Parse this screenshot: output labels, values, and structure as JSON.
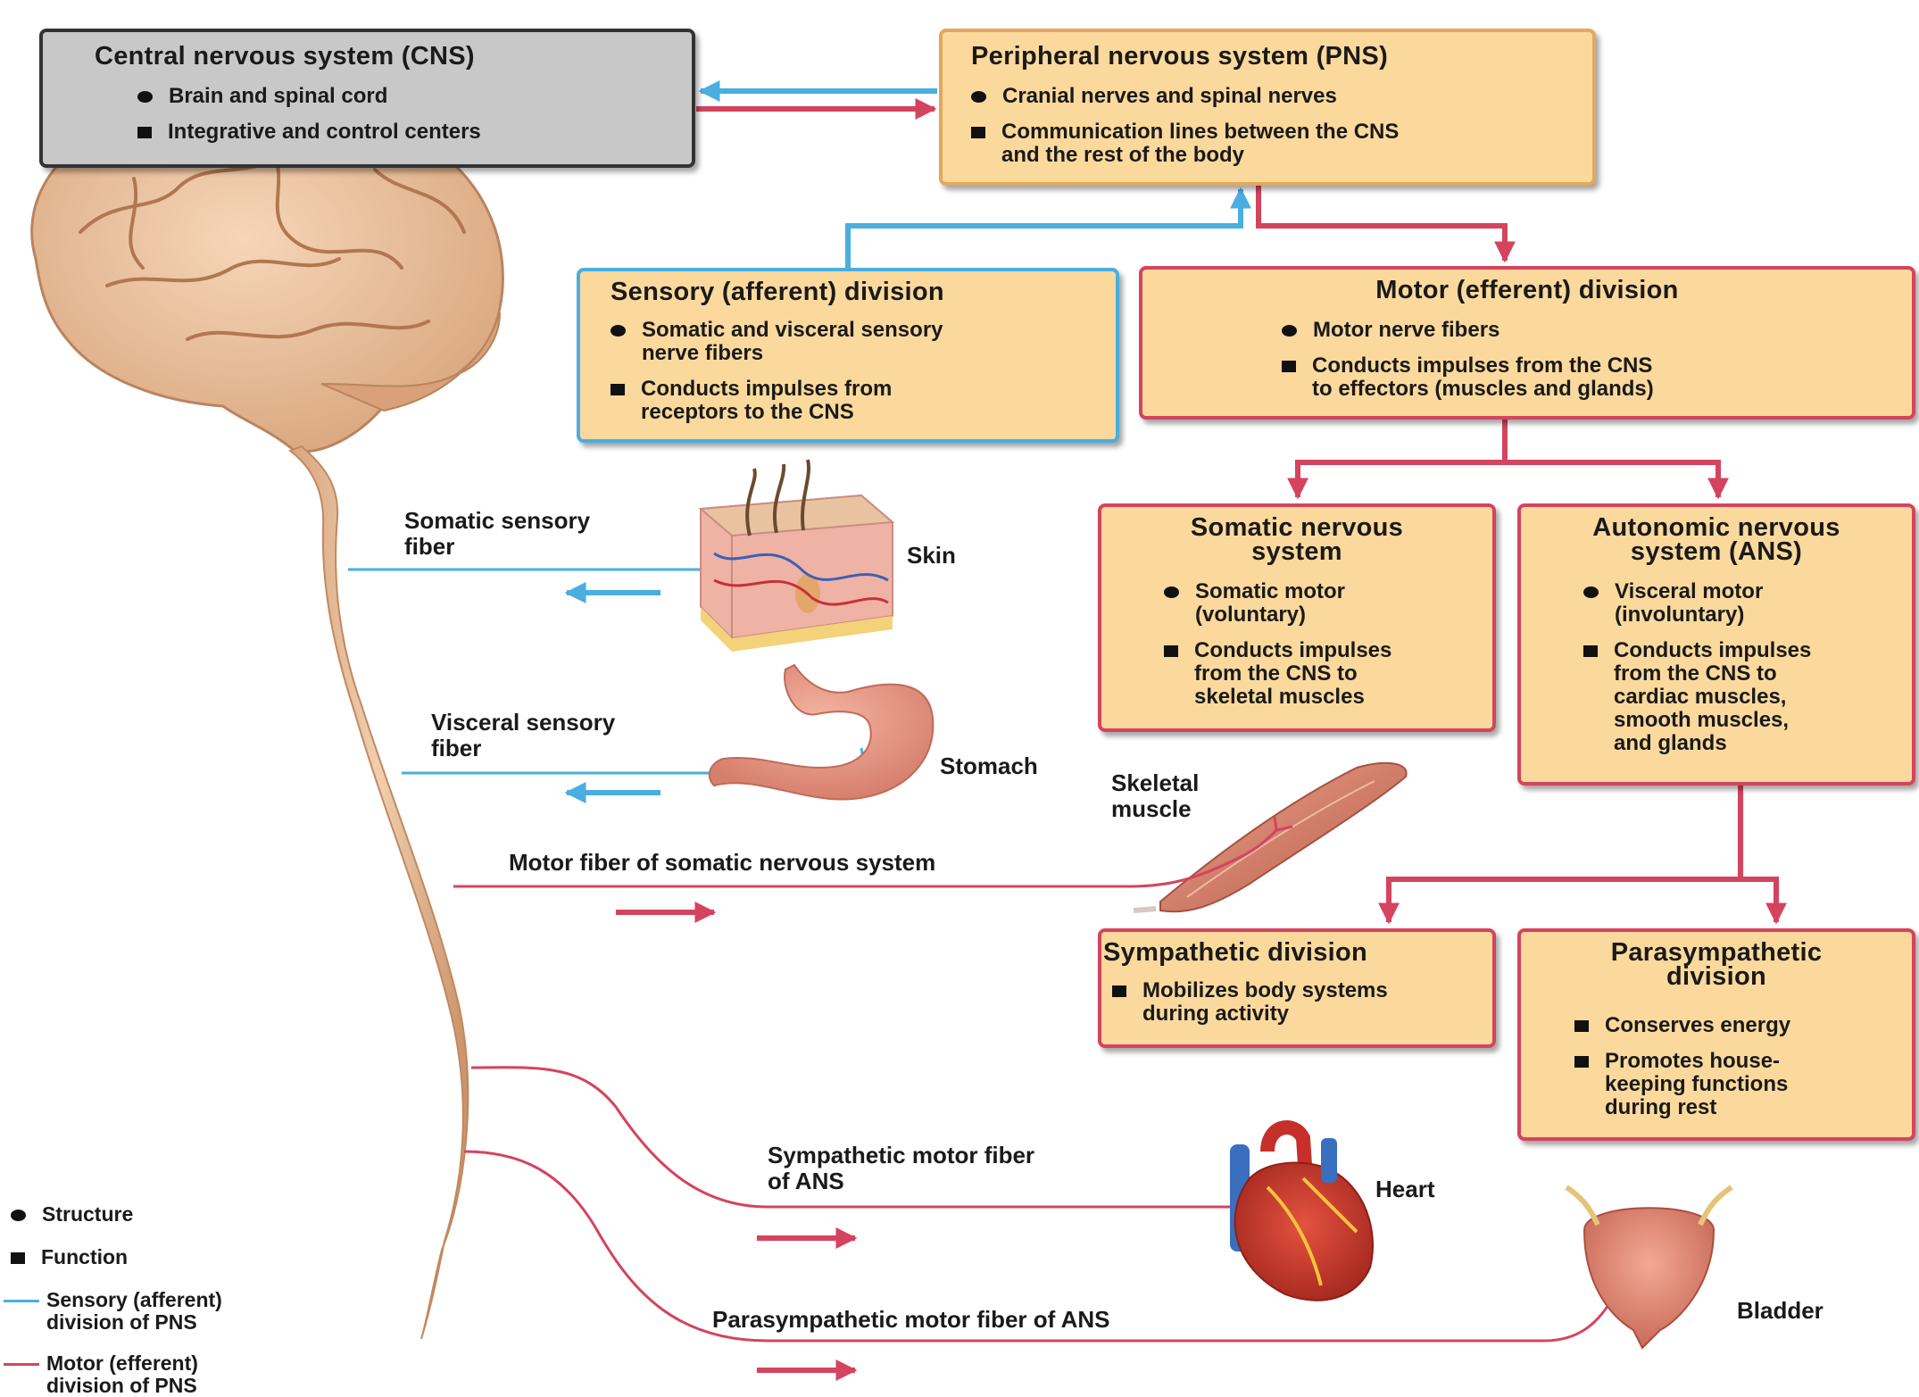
{
  "boxes": {
    "cns": {
      "title": "Central nervous system (CNS)",
      "structure": "Brain and spinal cord",
      "function": "Integrative and control centers"
    },
    "pns": {
      "title": "Peripheral nervous system (PNS)",
      "structure": "Cranial nerves and spinal nerves",
      "function_line1": "Communication lines between the CNS",
      "function_line2": "and the rest of the body"
    },
    "sensory": {
      "title": "Sensory (afferent) division",
      "structure_line1": "Somatic and visceral sensory",
      "structure_line2": "nerve fibers",
      "function_line1": "Conducts impulses from",
      "function_line2": "receptors to the CNS"
    },
    "motor": {
      "title": "Motor (efferent) division",
      "structure": "Motor nerve fibers",
      "function_line1": "Conducts impulses from the CNS",
      "function_line2": "to effectors (muscles and glands)"
    },
    "somatic": {
      "title_line1": "Somatic nervous",
      "title_line2": "system",
      "structure_line1": "Somatic motor",
      "structure_line2": "(voluntary)",
      "function_line1": "Conducts impulses",
      "function_line2": "from the CNS to",
      "function_line3": "skeletal muscles"
    },
    "autonomic": {
      "title_line1": "Autonomic nervous",
      "title_line2": "system (ANS)",
      "structure_line1": "Visceral motor",
      "structure_line2": "(involuntary)",
      "function_line1": "Conducts impulses",
      "function_line2": "from the CNS to",
      "function_line3": "cardiac muscles,",
      "function_line4": "smooth muscles,",
      "function_line5": "and glands"
    },
    "sympathetic": {
      "title": "Sympathetic division",
      "function_line1": "Mobilizes body systems",
      "function_line2": "during activity"
    },
    "parasympathetic": {
      "title_line1": "Parasympathetic",
      "title_line2": "division",
      "function1": "Conserves energy",
      "function2_line1": "Promotes house-",
      "function2_line2": "keeping functions",
      "function2_line3": "during rest"
    }
  },
  "labels": {
    "somatic_sensory_line1": "Somatic sensory",
    "somatic_sensory_line2": "fiber",
    "skin": "Skin",
    "visceral_sensory_line1": "Visceral sensory",
    "visceral_sensory_line2": "fiber",
    "stomach": "Stomach",
    "skeletal_muscle_line1": "Skeletal",
    "skeletal_muscle_line2": "muscle",
    "motor_somatic": "Motor fiber of somatic nervous system",
    "sympathetic_fiber_line1": "Sympathetic motor fiber",
    "sympathetic_fiber_line2": "of ANS",
    "heart": "Heart",
    "parasympathetic_fiber": "Parasympathetic motor fiber of ANS",
    "bladder": "Bladder"
  },
  "legend": {
    "structure": "Structure",
    "function": "Function",
    "sensory_line1": "Sensory (afferent)",
    "sensory_line2": "division of PNS",
    "motor_line1": "Motor (efferent)",
    "motor_line2": "division of PNS"
  },
  "colors": {
    "sensory": "#4aaee0",
    "motor": "#d4445e",
    "box_fill": "#fbd99c",
    "cns_fill": "#c8c8c8"
  }
}
